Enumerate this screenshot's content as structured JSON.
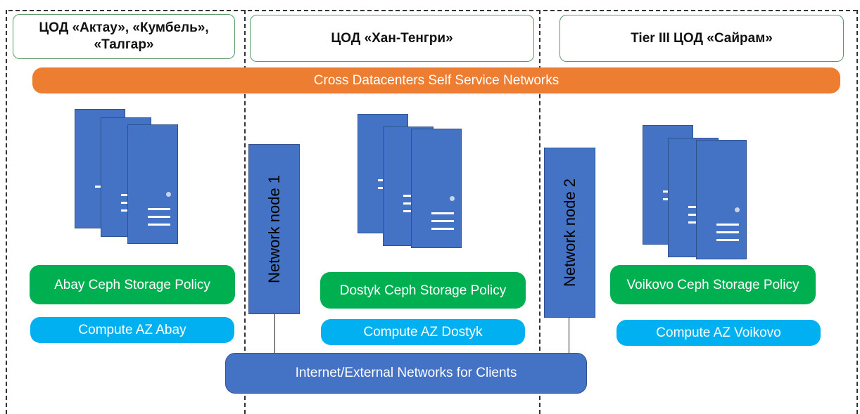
{
  "datacenters": [
    {
      "title": "ЦОД «Актау», «Кумбель», «Талгар»"
    },
    {
      "title": "ЦОД «Хан-Тенгри»"
    },
    {
      "title": "Tier III ЦОД «Сайрам»"
    }
  ],
  "banner": {
    "label": "Cross Datacenters Self Service Networks"
  },
  "network_nodes": [
    {
      "label": "Network node 1"
    },
    {
      "label": "Network node 2"
    }
  ],
  "storage_policies": [
    {
      "label": "Abay Ceph Storage Policy"
    },
    {
      "label": "Dostyk Ceph Storage Policy"
    },
    {
      "label": "Voikovo Ceph Storage Policy"
    }
  ],
  "compute_zones": [
    {
      "label": "Compute AZ Abay"
    },
    {
      "label": "Compute AZ Dostyk"
    },
    {
      "label": "Compute AZ Voikovo"
    }
  ],
  "external": {
    "label": "Internet/External Networks for Clients"
  },
  "colors": {
    "banner": "#ed7d31",
    "node": "#4472c4",
    "storage": "#00b050",
    "compute": "#00b0f0"
  },
  "icons": [
    "server-icon"
  ]
}
